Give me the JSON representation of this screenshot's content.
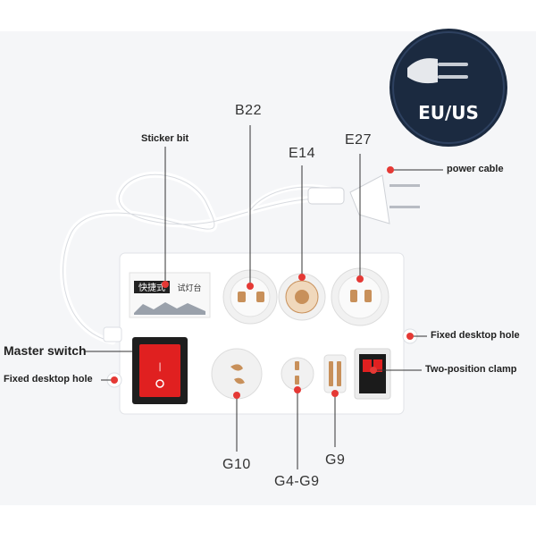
{
  "badge": {
    "text": "EU/US"
  },
  "sticker": {
    "text_left": "快捷式",
    "text_right": "试灯台"
  },
  "labels": {
    "b22": "B22",
    "e14": "E14",
    "e27": "E27",
    "sticker_bit": "Sticker bit",
    "power_cable": "power cable",
    "master_switch": "Master switch",
    "fixed_hole_left": "Fixed desktop hole",
    "fixed_hole_right": "Fixed desktop hole",
    "two_position_clamp": "Two-position clamp",
    "g10": "G10",
    "g4_g9": "G4-G9",
    "g9": "G9"
  },
  "colors": {
    "marker": "#e53935",
    "switch_red": "#e02020",
    "socket_tan": "#c8905a",
    "badge_bg": "#1b2a40"
  }
}
